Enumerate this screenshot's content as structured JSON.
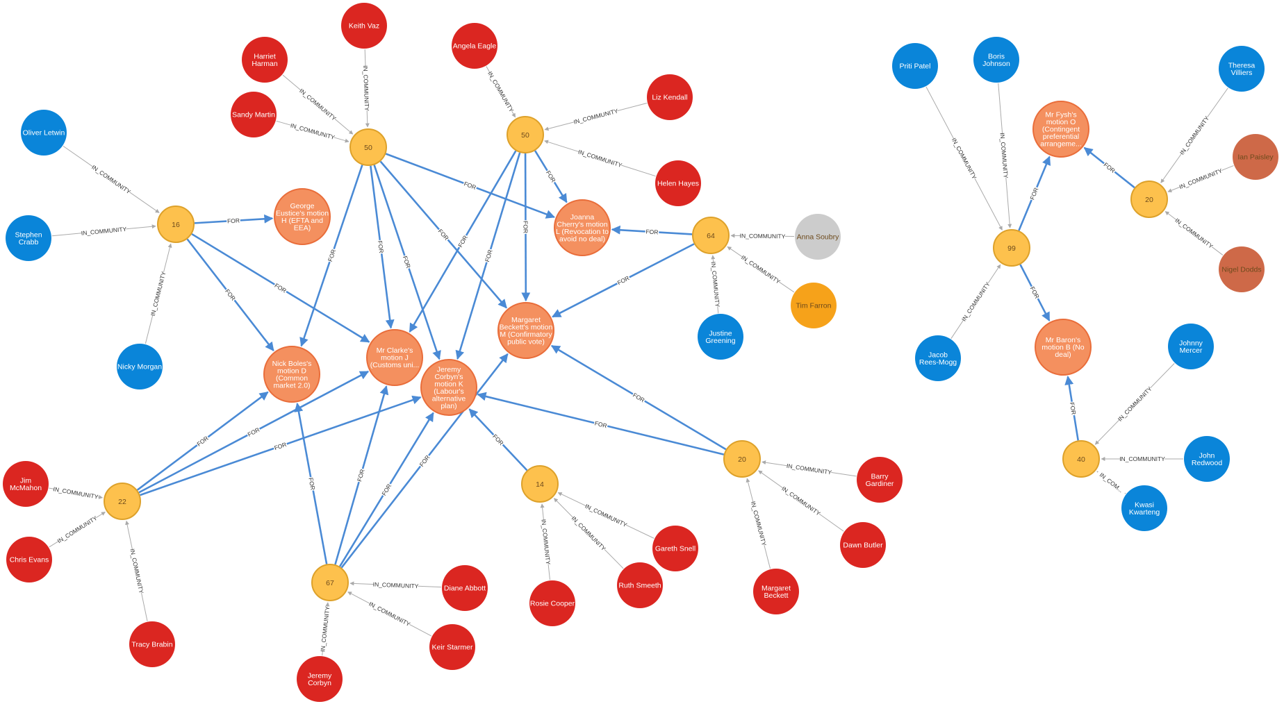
{
  "colors": {
    "person_labour": "#db2621",
    "person_conservative": "#0a85d9",
    "person_dup": "#ce6948",
    "person_libdem": "#f6a21a",
    "person_independent": "#cccccc",
    "community": "#fdc14d",
    "community_border": "#dda12a",
    "motion": "#f4905f",
    "motion_border": "#e96d3a",
    "for_edge": "#4a8ad5",
    "community_edge": "#aaaaaa",
    "label_light": "#ffffff",
    "label_dark": "#6d4a1c"
  },
  "graph": {
    "edge_types": {
      "for": "FOR",
      "in_community": "IN_COMMUNITY"
    },
    "communities": [
      {
        "id": "c50a",
        "label": "50"
      },
      {
        "id": "c50b",
        "label": "50"
      },
      {
        "id": "c16",
        "label": "16"
      },
      {
        "id": "c64",
        "label": "64"
      },
      {
        "id": "c22",
        "label": "22"
      },
      {
        "id": "c67",
        "label": "67"
      },
      {
        "id": "c14",
        "label": "14"
      },
      {
        "id": "c20a",
        "label": "20"
      },
      {
        "id": "c99",
        "label": "99"
      },
      {
        "id": "c20b",
        "label": "20"
      },
      {
        "id": "c40",
        "label": "40"
      }
    ],
    "motions": [
      {
        "id": "mH",
        "lines": [
          "George",
          "Eustice's motion",
          "H (EFTA and",
          "EEA)"
        ]
      },
      {
        "id": "mL",
        "lines": [
          "Joanna",
          "Cherry's motion",
          "L (Revocation to",
          "avoid no deal)"
        ]
      },
      {
        "id": "mM",
        "lines": [
          "Margaret",
          "Beckett's motion",
          "M (Confirmatory",
          "public vote)"
        ]
      },
      {
        "id": "mJ",
        "lines": [
          "Mr Clarke's",
          "motion J",
          "(Customs uni..."
        ]
      },
      {
        "id": "mK",
        "lines": [
          "Jeremy",
          "Corbyn's",
          "motion K",
          "(Labour's",
          "alternative",
          "plan)"
        ]
      },
      {
        "id": "mD",
        "lines": [
          "Nick Boles's",
          "motion D",
          "(Common",
          "market 2.0)"
        ]
      },
      {
        "id": "mO",
        "lines": [
          "Mr Fysh's",
          "motion O",
          "(Contingent",
          "preferential",
          "arrangeme..."
        ]
      },
      {
        "id": "mB",
        "lines": [
          "Mr Baron's",
          "motion B (No",
          "deal)"
        ]
      }
    ],
    "people": [
      {
        "id": "keith_vaz",
        "party": "labour",
        "lines": [
          "Keith Vaz"
        ]
      },
      {
        "id": "harriet_harman",
        "party": "labour",
        "lines": [
          "Harriet",
          "Harman"
        ]
      },
      {
        "id": "sandy_martin",
        "party": "labour",
        "lines": [
          "Sandy Martin"
        ]
      },
      {
        "id": "angela_eagle",
        "party": "labour",
        "lines": [
          "Angela Eagle"
        ]
      },
      {
        "id": "liz_kendall",
        "party": "labour",
        "lines": [
          "Liz Kendall"
        ]
      },
      {
        "id": "helen_hayes",
        "party": "labour",
        "lines": [
          "Helen Hayes"
        ]
      },
      {
        "id": "oliver_letwin",
        "party": "conservative",
        "lines": [
          "Oliver Letwin"
        ]
      },
      {
        "id": "stephen_crabb",
        "party": "conservative",
        "lines": [
          "Stephen",
          "Crabb"
        ]
      },
      {
        "id": "nicky_morgan",
        "party": "conservative",
        "lines": [
          "Nicky Morgan"
        ]
      },
      {
        "id": "anna_soubry",
        "party": "independent",
        "lines": [
          "Anna Soubry"
        ]
      },
      {
        "id": "tim_farron",
        "party": "libdem",
        "lines": [
          "Tim Farron"
        ]
      },
      {
        "id": "justine_greening",
        "party": "conservative",
        "lines": [
          "Justine",
          "Greening"
        ]
      },
      {
        "id": "jim_mcmahon",
        "party": "labour",
        "lines": [
          "Jim",
          "McMahon"
        ]
      },
      {
        "id": "chris_evans",
        "party": "labour",
        "lines": [
          "Chris Evans"
        ]
      },
      {
        "id": "tracy_brabin",
        "party": "labour",
        "lines": [
          "Tracy Brabin"
        ]
      },
      {
        "id": "diane_abbott",
        "party": "labour",
        "lines": [
          "Diane Abbott"
        ]
      },
      {
        "id": "keir_starmer",
        "party": "labour",
        "lines": [
          "Keir Starmer"
        ]
      },
      {
        "id": "jeremy_corbyn",
        "party": "labour",
        "lines": [
          "Jeremy",
          "Corbyn"
        ]
      },
      {
        "id": "rosie_cooper",
        "party": "labour",
        "lines": [
          "Rosie Cooper"
        ]
      },
      {
        "id": "ruth_smeeth",
        "party": "labour",
        "lines": [
          "Ruth Smeeth"
        ]
      },
      {
        "id": "gareth_snell",
        "party": "labour",
        "lines": [
          "Gareth Snell"
        ]
      },
      {
        "id": "margaret_beckett",
        "party": "labour",
        "lines": [
          "Margaret",
          "Beckett"
        ]
      },
      {
        "id": "dawn_butler",
        "party": "labour",
        "lines": [
          "Dawn Butler"
        ]
      },
      {
        "id": "barry_gardiner",
        "party": "labour",
        "lines": [
          "Barry",
          "Gardiner"
        ]
      },
      {
        "id": "priti_patel",
        "party": "conservative",
        "lines": [
          "Priti Patel"
        ]
      },
      {
        "id": "boris_johnson",
        "party": "conservative",
        "lines": [
          "Boris",
          "Johnson"
        ]
      },
      {
        "id": "jacob_rees_mogg",
        "party": "conservative",
        "lines": [
          "Jacob",
          "Rees-Mogg"
        ]
      },
      {
        "id": "theresa_villiers",
        "party": "conservative",
        "lines": [
          "Theresa",
          "Villiers"
        ]
      },
      {
        "id": "ian_paisley",
        "party": "dup",
        "lines": [
          "Ian Paisley"
        ]
      },
      {
        "id": "nigel_dodds",
        "party": "dup",
        "lines": [
          "Nigel Dodds"
        ]
      },
      {
        "id": "johnny_mercer",
        "party": "conservative",
        "lines": [
          "Johnny",
          "Mercer"
        ]
      },
      {
        "id": "john_redwood",
        "party": "conservative",
        "lines": [
          "John",
          "Redwood"
        ]
      },
      {
        "id": "kwasi_kwarteng",
        "party": "conservative",
        "lines": [
          "Kwasi",
          "Kwarteng"
        ]
      }
    ],
    "in_community_edges": [
      {
        "from": "keith_vaz",
        "to": "c50a",
        "label": "IN_COMMUNITY"
      },
      {
        "from": "harriet_harman",
        "to": "c50a",
        "label": "IN_COMMUNITY"
      },
      {
        "from": "sandy_martin",
        "to": "c50a",
        "label": "IN_COMMUNITY"
      },
      {
        "from": "angela_eagle",
        "to": "c50b",
        "label": "IN_COMMUNITY"
      },
      {
        "from": "liz_kendall",
        "to": "c50b",
        "label": "IN_COMMUNITY"
      },
      {
        "from": "helen_hayes",
        "to": "c50b",
        "label": "IN_COMMUNITY"
      },
      {
        "from": "oliver_letwin",
        "to": "c16",
        "label": "IN_COMMUNITY"
      },
      {
        "from": "stephen_crabb",
        "to": "c16",
        "label": "IN_COMMUNITY"
      },
      {
        "from": "nicky_morgan",
        "to": "c16",
        "label": "IN_COMMUNITY"
      },
      {
        "from": "anna_soubry",
        "to": "c64",
        "label": "IN_COMMUNITY"
      },
      {
        "from": "tim_farron",
        "to": "c64",
        "label": "IN_COMMUNITY"
      },
      {
        "from": "justine_greening",
        "to": "c64",
        "label": "IN_COMMUNITY"
      },
      {
        "from": "jim_mcmahon",
        "to": "c22",
        "label": "IN_COMMUNITY"
      },
      {
        "from": "chris_evans",
        "to": "c22",
        "label": "IN_COMMUNITY"
      },
      {
        "from": "tracy_brabin",
        "to": "c22",
        "label": "IN_COMMUNITY"
      },
      {
        "from": "diane_abbott",
        "to": "c67",
        "label": "IN_COMMUNITY"
      },
      {
        "from": "keir_starmer",
        "to": "c67",
        "label": "IN_COMMUNITY"
      },
      {
        "from": "jeremy_corbyn",
        "to": "c67",
        "label": "IN_COMMUNITY"
      },
      {
        "from": "rosie_cooper",
        "to": "c14",
        "label": "IN_COMMUNITY"
      },
      {
        "from": "ruth_smeeth",
        "to": "c14",
        "label": "IN_COMMUNITY"
      },
      {
        "from": "gareth_snell",
        "to": "c14",
        "label": "IN_COMMUNITY"
      },
      {
        "from": "margaret_beckett",
        "to": "c20a",
        "label": "IN_COMMUNITY"
      },
      {
        "from": "dawn_butler",
        "to": "c20a",
        "label": "IN_COMMUNITY"
      },
      {
        "from": "barry_gardiner",
        "to": "c20a",
        "label": "IN_COMMUNITY"
      },
      {
        "from": "priti_patel",
        "to": "c99",
        "label": "IN_COMMUNITY"
      },
      {
        "from": "boris_johnson",
        "to": "c99",
        "label": "IN_COMMUNITY"
      },
      {
        "from": "jacob_rees_mogg",
        "to": "c99",
        "label": "IN_COMMUNITY"
      },
      {
        "from": "theresa_villiers",
        "to": "c20b",
        "label": "IN_COMMUNITY"
      },
      {
        "from": "ian_paisley",
        "to": "c20b",
        "label": "IN_COMMUNITY"
      },
      {
        "from": "nigel_dodds",
        "to": "c20b",
        "label": "IN_COMMUNITY"
      },
      {
        "from": "johnny_mercer",
        "to": "c40",
        "label": "IN_COMMUNITY"
      },
      {
        "from": "john_redwood",
        "to": "c40",
        "label": "IN_COMMUNITY"
      },
      {
        "from": "kwasi_kwarteng",
        "to": "c40",
        "label": "IN_COM..."
      }
    ],
    "for_edges": [
      {
        "from": "c16",
        "to": "mH"
      },
      {
        "from": "c16",
        "to": "mD"
      },
      {
        "from": "c16",
        "to": "mJ"
      },
      {
        "from": "c50a",
        "to": "mL"
      },
      {
        "from": "c50a",
        "to": "mM"
      },
      {
        "from": "c50a",
        "to": "mJ"
      },
      {
        "from": "c50a",
        "to": "mK"
      },
      {
        "from": "c50a",
        "to": "mD"
      },
      {
        "from": "c50b",
        "to": "mL"
      },
      {
        "from": "c50b",
        "to": "mM"
      },
      {
        "from": "c50b",
        "to": "mJ"
      },
      {
        "from": "c50b",
        "to": "mK"
      },
      {
        "from": "c64",
        "to": "mL"
      },
      {
        "from": "c64",
        "to": "mM"
      },
      {
        "from": "c22",
        "to": "mD"
      },
      {
        "from": "c22",
        "to": "mJ"
      },
      {
        "from": "c22",
        "to": "mK"
      },
      {
        "from": "c67",
        "to": "mD"
      },
      {
        "from": "c67",
        "to": "mJ"
      },
      {
        "from": "c67",
        "to": "mK"
      },
      {
        "from": "c67",
        "to": "mM"
      },
      {
        "from": "c14",
        "to": "mK"
      },
      {
        "from": "c20a",
        "to": "mM"
      },
      {
        "from": "c20a",
        "to": "mK"
      },
      {
        "from": "c99",
        "to": "mO"
      },
      {
        "from": "c99",
        "to": "mB"
      },
      {
        "from": "c20b",
        "to": "mO"
      },
      {
        "from": "c40",
        "to": "mB"
      }
    ]
  }
}
